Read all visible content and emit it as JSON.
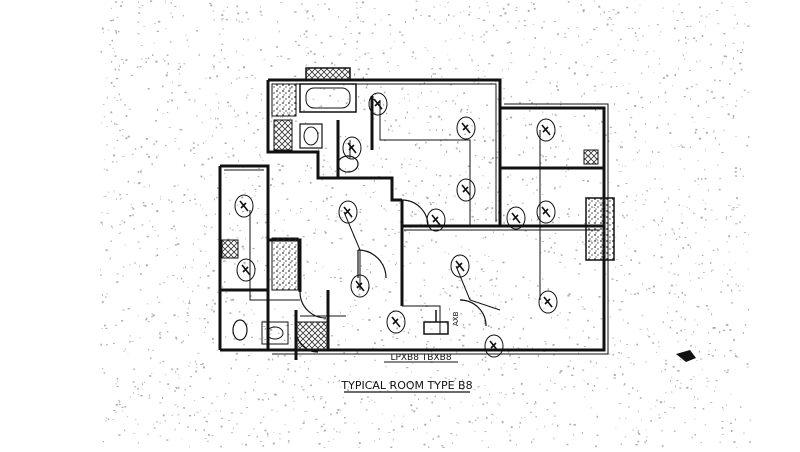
{
  "drawing": {
    "title": "TYPICAL ROOM TYPE B8",
    "panel_tag": "LPXB8 TBXB8",
    "side_tag": "AXB"
  },
  "colors": {
    "paper": "#ffffff",
    "noise": "#8a8a8a",
    "ink": "#111111",
    "hatch": "#444444"
  },
  "icons": [
    "bathtub-icon",
    "toilet-icon",
    "basin-icon",
    "door-swing-icon",
    "light-fixture-icon",
    "switch-icon",
    "distribution-board-icon"
  ]
}
